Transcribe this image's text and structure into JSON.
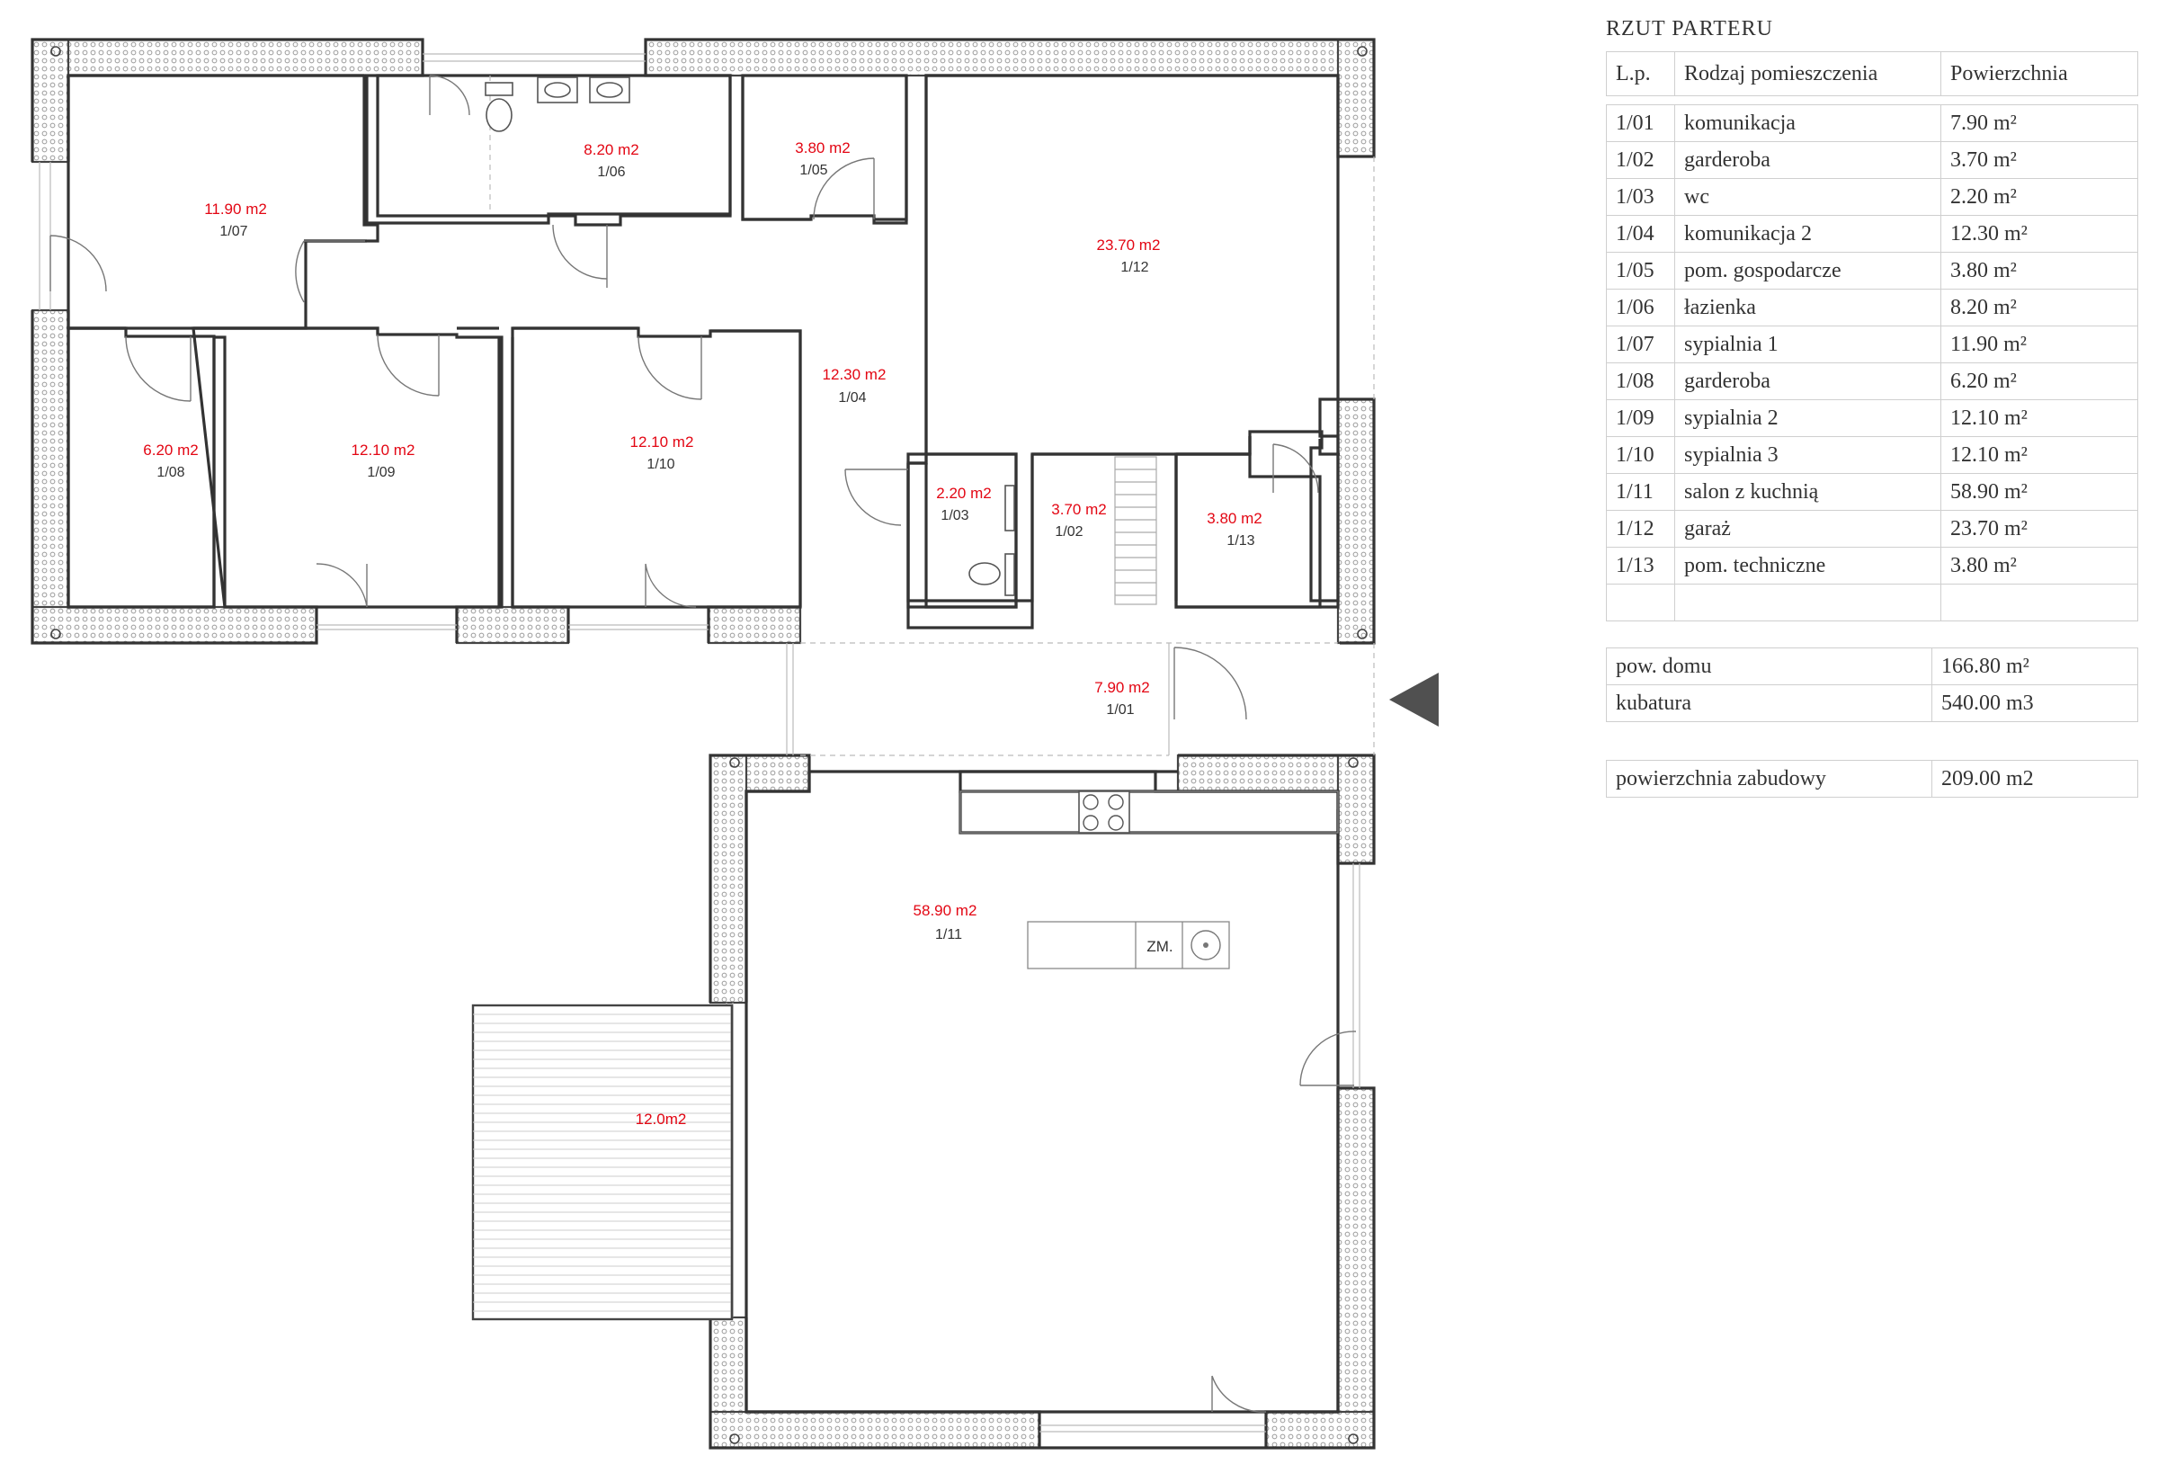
{
  "legend": {
    "title": "RZUT PARTERU",
    "headers": {
      "lp": "L.p.",
      "room": "Rodzaj pomieszczenia",
      "area": "Powierzchnia"
    },
    "rows": [
      {
        "lp": "1/01",
        "room": "komunikacja",
        "area": "7.90 m²"
      },
      {
        "lp": "1/02",
        "room": "garderoba",
        "area": "3.70 m²"
      },
      {
        "lp": "1/03",
        "room": "wc",
        "area": "2.20 m²"
      },
      {
        "lp": "1/04",
        "room": "komunikacja 2",
        "area": "12.30 m²"
      },
      {
        "lp": "1/05",
        "room": "pom. gospodarcze",
        "area": "3.80 m²"
      },
      {
        "lp": "1/06",
        "room": "łazienka",
        "area": "8.20 m²"
      },
      {
        "lp": "1/07",
        "room": "sypialnia 1",
        "area": "11.90 m²"
      },
      {
        "lp": "1/08",
        "room": "garderoba",
        "area": "6.20 m²"
      },
      {
        "lp": "1/09",
        "room": "sypialnia 2",
        "area": "12.10 m²"
      },
      {
        "lp": "1/10",
        "room": "sypialnia 3",
        "area": "12.10 m²"
      },
      {
        "lp": "1/11",
        "room": "salon z kuchnią",
        "area": "58.90 m²"
      },
      {
        "lp": "1/12",
        "room": "garaż",
        "area": "23.70 m²"
      },
      {
        "lp": "1/13",
        "room": "pom. techniczne",
        "area": "3.80 m²"
      }
    ],
    "summary": [
      {
        "label": "pow. domu",
        "value": "166.80 m²"
      },
      {
        "label": "kubatura",
        "value": "540.00 m3"
      }
    ],
    "footprint": {
      "label": "powierzchnia zabudowy",
      "value": "209.00 m2"
    }
  },
  "plan": {
    "rooms": {
      "r107": {
        "area": "11.90 m2",
        "id": "1/07"
      },
      "r106": {
        "area": "8.20 m2",
        "id": "1/06"
      },
      "r105": {
        "area": "3.80 m2",
        "id": "1/05"
      },
      "r112": {
        "area": "23.70 m2",
        "id": "1/12"
      },
      "r104": {
        "area": "12.30 m2",
        "id": "1/04"
      },
      "r108": {
        "area": "6.20 m2",
        "id": "1/08"
      },
      "r109": {
        "area": "12.10 m2",
        "id": "1/09"
      },
      "r110": {
        "area": "12.10 m2",
        "id": "1/10"
      },
      "r103": {
        "area": "2.20 m2",
        "id": "1/03"
      },
      "r102": {
        "area": "3.70 m2",
        "id": "1/02"
      },
      "r113": {
        "area": "3.80 m2",
        "id": "1/13"
      },
      "r101": {
        "area": "7.90 m2",
        "id": "1/01"
      },
      "r111": {
        "area": "58.90 m2",
        "id": "1/11"
      },
      "terrace": {
        "area": "12.0m2"
      }
    },
    "fridge_label": "ZM.",
    "entrance_arrow_color": "#505050",
    "area_label_color": "#e30613"
  }
}
